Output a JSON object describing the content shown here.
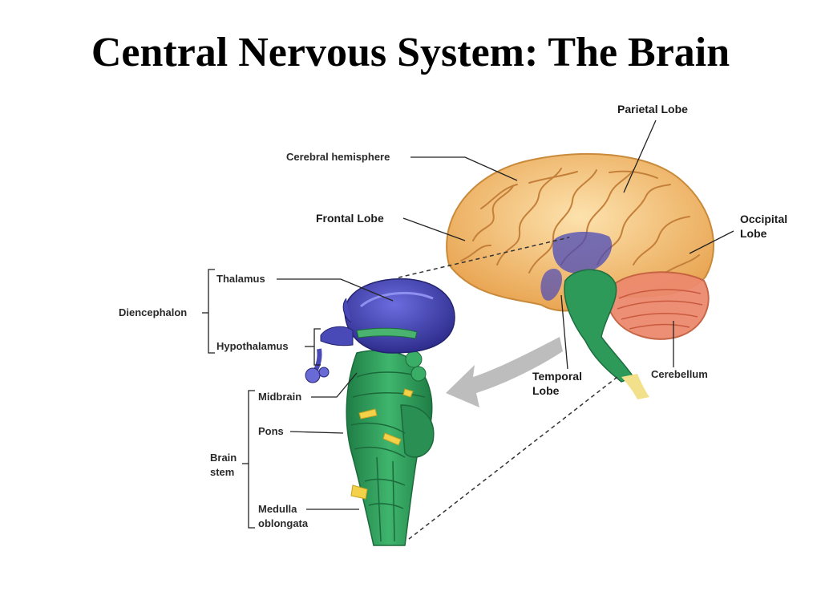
{
  "title": "Central Nervous System: The Brain",
  "labels": {
    "parietal": "Parietal Lobe",
    "cerebral": "Cerebral hemisphere",
    "frontal": "Frontal Lobe",
    "occipital_1": "Occipital",
    "occipital_2": "Lobe",
    "thalamus": "Thalamus",
    "diencephalon": "Diencephalon",
    "hypothalamus": "Hypothalamus",
    "temporal_1": "Temporal",
    "temporal_2": "Lobe",
    "cerebellum": "Cerebellum",
    "midbrain": "Midbrain",
    "pons": "Pons",
    "brainstem_1": "Brain",
    "brainstem_2": "stem",
    "medulla_1": "Medulla",
    "medulla_2": "oblongata"
  },
  "colors": {
    "cerebrum": "#f2c37a",
    "cerebrum_fold": "#d9973f",
    "thalamus": "#4a49b8",
    "brainstem": "#2e9a5a",
    "cerebellum": "#ec8a6e",
    "arrow": "#b9b9b9",
    "leader": "#222222"
  }
}
